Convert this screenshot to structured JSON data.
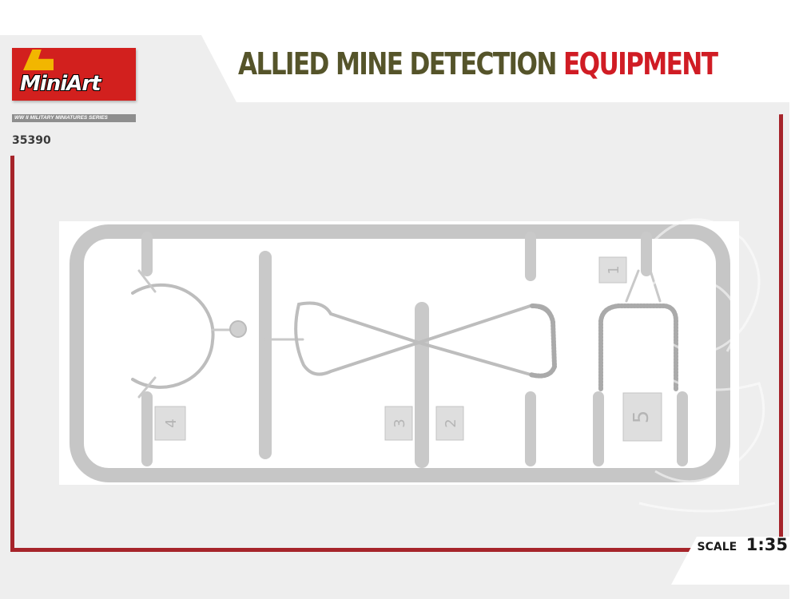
{
  "brand": {
    "name": "MiniArt",
    "series": "WW II MILITARY MINIATURES SERIES",
    "kit_number": "35390"
  },
  "title": {
    "main": "ALLIED MINE DETECTION",
    "accent": "EQUIPMENT"
  },
  "sprue": {
    "part_numbers": [
      "1",
      "2",
      "3",
      "4",
      "5"
    ]
  },
  "scale": {
    "label": "SCALE",
    "value": "1:35"
  },
  "colors": {
    "brand_red": "#d2201e",
    "title_olive": "#55542a",
    "title_red": "#d01c24",
    "frame_red": "#a6242a",
    "sprue_gray": "#c8c8c8"
  }
}
